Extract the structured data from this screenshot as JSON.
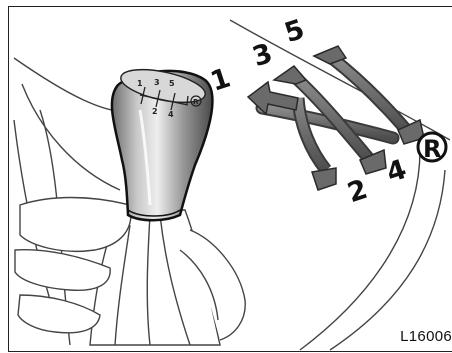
{
  "gear_pattern": {
    "labels": [
      "1",
      "2",
      "3",
      "4",
      "5",
      "R"
    ]
  },
  "knob_pattern": {
    "labels": [
      "1",
      "2",
      "3",
      "4",
      "5",
      "R"
    ]
  },
  "figure_code": "L16006"
}
